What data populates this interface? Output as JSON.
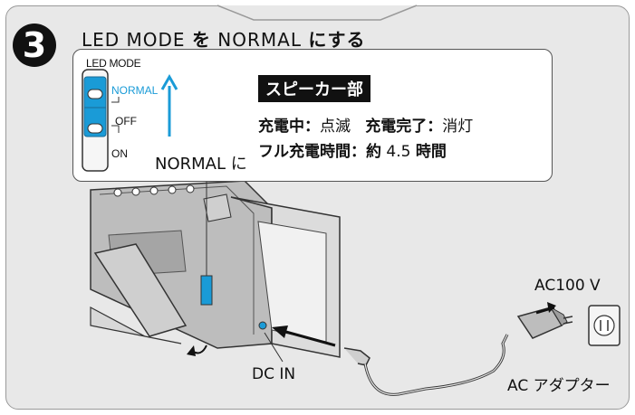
{
  "step": {
    "number": "3"
  },
  "heading": {
    "part1": "LED MODE ",
    "part2": "を",
    "part3": " NORMAL ",
    "part4": "にする"
  },
  "switch": {
    "title": "LED MODE",
    "normal": "NORMAL",
    "off": "OFF",
    "on": "ON",
    "set_to": "NORMAL に"
  },
  "speaker": {
    "tag": "スピーカー部",
    "charging_label": "充電中：",
    "charging_value": "点滅",
    "complete_label": "充電完了：",
    "complete_value": "消灯",
    "time_label": "フル充電時間：",
    "time_approx": "約",
    "time_value": "4.5",
    "time_unit": "時間"
  },
  "labels": {
    "ac100": "AC100 V",
    "dc_in": "DC IN",
    "ac_adapter": "AC アダプター"
  },
  "colors": {
    "accent": "#1a9bd7",
    "frame": "#e8e8e8",
    "badge": "#111111"
  }
}
